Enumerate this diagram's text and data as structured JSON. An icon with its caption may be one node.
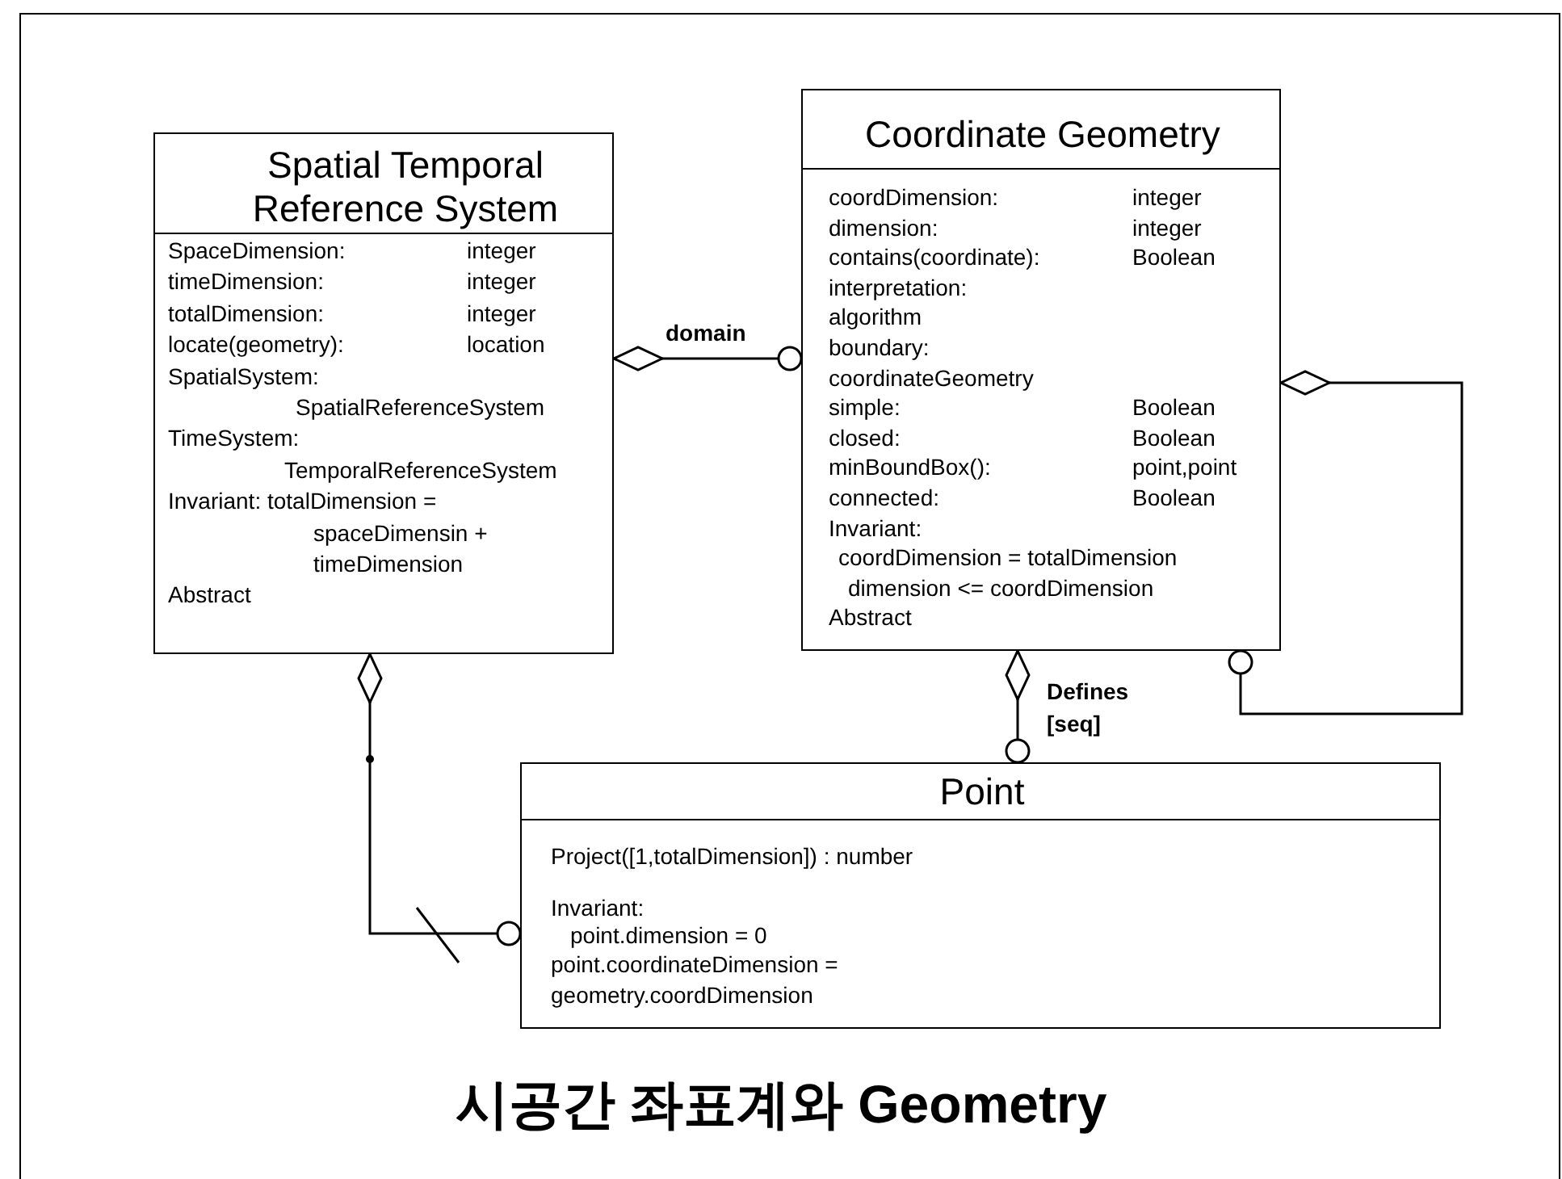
{
  "diagram": {
    "caption": "시공간 좌표계와 Geometry",
    "nodes": [
      {
        "text": [
          "Spatial Temporal Reference System",
          "SpaceDimension:",
          "integer",
          "timeDimension:",
          "integer",
          "totalDimension:",
          "integer",
          "locate(geometry):",
          "location",
          "SpatialSystem:",
          "SpatialReferenceSystem",
          "TimeSystem:",
          "TemporalReferenceSystem",
          "Invariant: totalDimension =",
          "spaceDimensin + timeDimension",
          "Abstract"
        ]
      },
      {
        "text": [
          "Coordinate Geometry",
          "coordDimension:",
          "integer",
          "dimension:",
          "integer",
          "contains(coordinate):",
          "Boolean",
          "interpretation:",
          "algorithm",
          "boundary:",
          "coordinateGeometry",
          "simple:",
          "Boolean",
          "closed:",
          "Boolean",
          "minBoundBox():",
          "point,point",
          "connected:",
          "Boolean",
          "Invariant:",
          "coordDimension = totalDimension",
          "dimension <= coordDimension",
          "Abstract"
        ]
      },
      {
        "text": [
          "Point",
          "Project([1,totalDimension]) : number",
          "Invariant:",
          "point.dimension = 0",
          "point.coordinateDimension = geometry.coordDimension"
        ]
      }
    ],
    "edges": [
      {
        "from": 0,
        "to": 1,
        "arrow": "other",
        "label": "domain"
      },
      {
        "from": 1,
        "to": 2,
        "arrow": "other",
        "label": "Defines [seq]"
      },
      {
        "from": 1,
        "to": 1,
        "arrow": "other"
      },
      {
        "from": 0,
        "to": 2,
        "arrow": "other"
      }
    ]
  }
}
